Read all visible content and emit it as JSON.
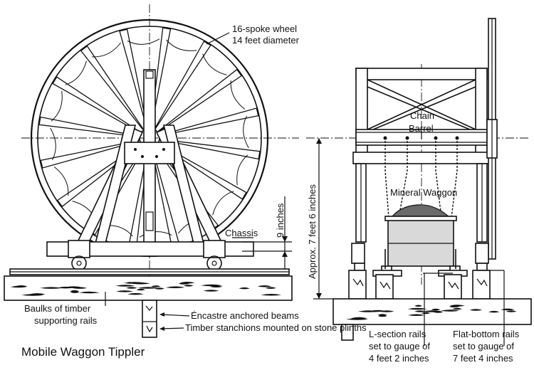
{
  "diagram": {
    "title": "Mobile Waggon Tippler",
    "labels": {
      "wheel_line1": "16-spoke wheel",
      "wheel_line2": "14 feet diameter",
      "chassis": "Chassis",
      "nine_inches": "9 inches",
      "approx_height": "Approx. 7 feet 6 inches",
      "chain": "Chain",
      "barrel": "Barrel",
      "mineral_waggon": "Mineral Waggon",
      "baulks_line1": "Baulks of timber",
      "baulks_line2": "supporting rails",
      "encastre": "Éncastre anchored beams",
      "stanchions": "Timber stanchions mounted on stone plinths",
      "lsection_line1": "L-section rails",
      "lsection_line2": "set to gauge of",
      "lsection_line3": "4 feet 2 inches",
      "flatbottom_line1": "Flat-bottom rails",
      "flatbottom_line2": "set to gauge of",
      "flatbottom_line3": "7 feet 4 inches"
    }
  }
}
